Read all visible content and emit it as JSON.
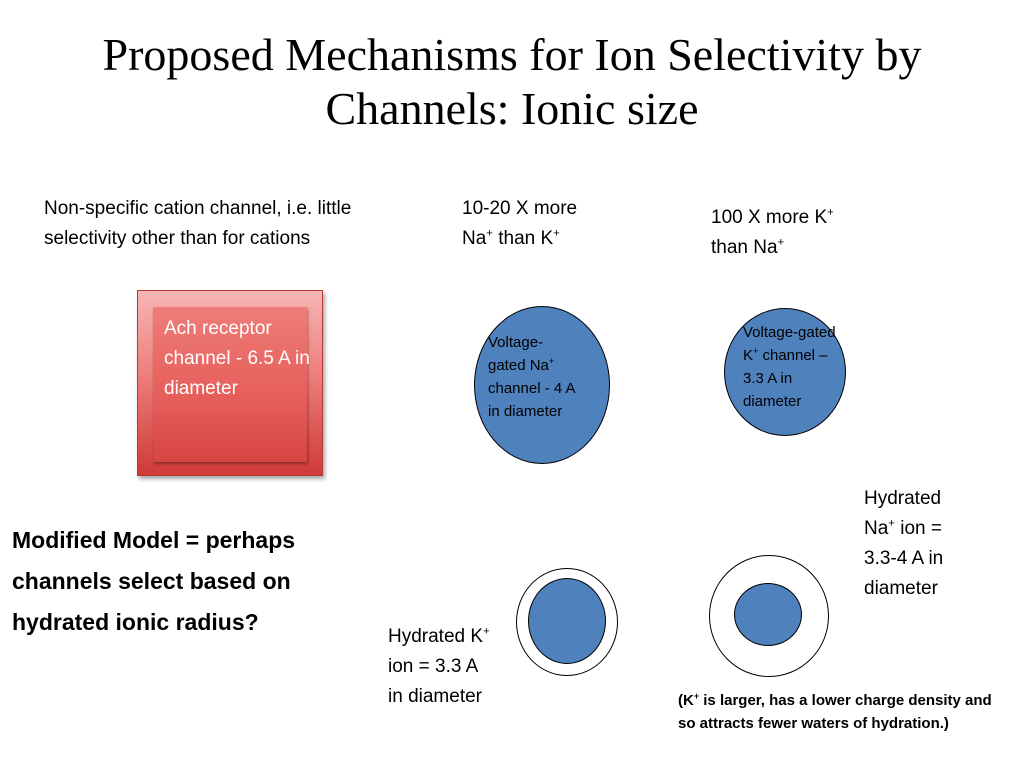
{
  "slide": {
    "title": "Proposed Mechanisms for Ion Selectivity by Channels: Ionic size",
    "nonspecific": {
      "text": "Non-specific cation channel, i.e. little selectivity other than for cations"
    },
    "ach_receptor": {
      "text": "Ach receptor channel - 6.5 A in diameter"
    },
    "na_selectivity": {
      "line1": "10-20 X more",
      "na": "Na",
      "than": "than K",
      "plus": "+"
    },
    "k_selectivity": {
      "line1": "100 X more K",
      "line2": "than Na",
      "plus": "+"
    },
    "na_channel": {
      "line1": "Voltage-",
      "line2a": "gated Na",
      "line3": "channel - 4 A",
      "line4": "in diameter",
      "plus": "+"
    },
    "k_channel": {
      "line1": "Voltage-gated",
      "line2a": "K",
      "line2b": " channel –",
      "line3": "3.3 A in",
      "line4": "diameter",
      "plus": "+"
    },
    "hydrated_na": {
      "line1": "Hydrated",
      "line2a": "Na",
      "line2b": " ion =",
      "line3": "3.3-4  A in",
      "line4": "diameter",
      "plus": "+"
    },
    "hydrated_k": {
      "line1": "Hydrated K",
      "line2": "ion = 3.3 A",
      "line3": "in diameter",
      "plus": "+"
    },
    "modified_model": {
      "text": "Modified Model = perhaps channels select based on hydrated ionic radius?"
    },
    "note": {
      "open": "(K",
      "rest": "  is larger, has a lower charge density and so attracts fewer waters of hydration.)",
      "plus": "+"
    },
    "colors": {
      "ion_fill": "#4f81bd",
      "box_red": "#e55d59"
    }
  }
}
